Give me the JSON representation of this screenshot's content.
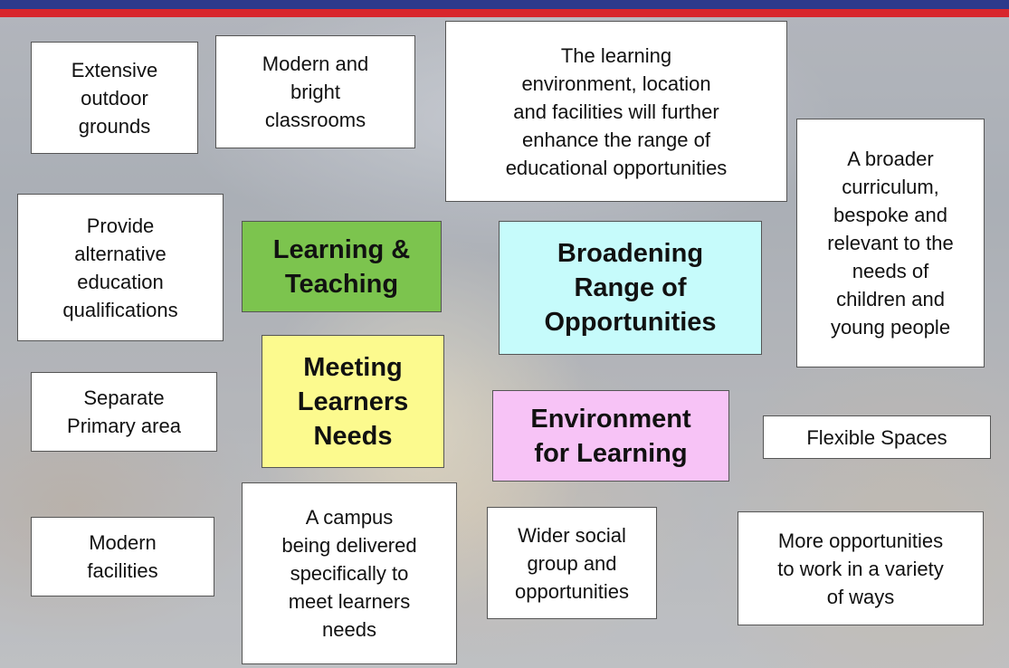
{
  "colors": {
    "stripe_blue": "#2c3a8c",
    "stripe_red": "#d8262c",
    "learning_teaching": "#7cc44e",
    "broadening": "#c6fbfb",
    "meeting_needs": "#fcfa8e",
    "environment": "#f7c3f6"
  },
  "themes": {
    "learning_teaching": "Learning &\nTeaching",
    "broadening": "Broadening\nRange of\nOpportunities",
    "meeting_needs": "Meeting\nLearners\nNeeds",
    "environment": "Environment\nfor Learning"
  },
  "notes": {
    "outdoor": "Extensive\noutdoor\ngrounds",
    "classrooms": "Modern and\nbright\nclassrooms",
    "environment_range": "The learning\nenvironment, location\nand facilities will further\nenhance the range of\neducational opportunities",
    "curriculum": "A broader\ncurriculum,\nbespoke and\nrelevant to the\nneeds of\nchildren and\nyoung people",
    "qualifications": "Provide\nalternative\neducation\nqualifications",
    "primary": "Separate\nPrimary area",
    "flexible": "Flexible Spaces",
    "facilities": "Modern\nfacilities",
    "campus": "A campus\nbeing delivered\nspecifically to\nmeet learners\nneeds",
    "social": "Wider social\ngroup and\nopportunities",
    "ways": "More opportunities\nto work in a variety\nof ways"
  }
}
